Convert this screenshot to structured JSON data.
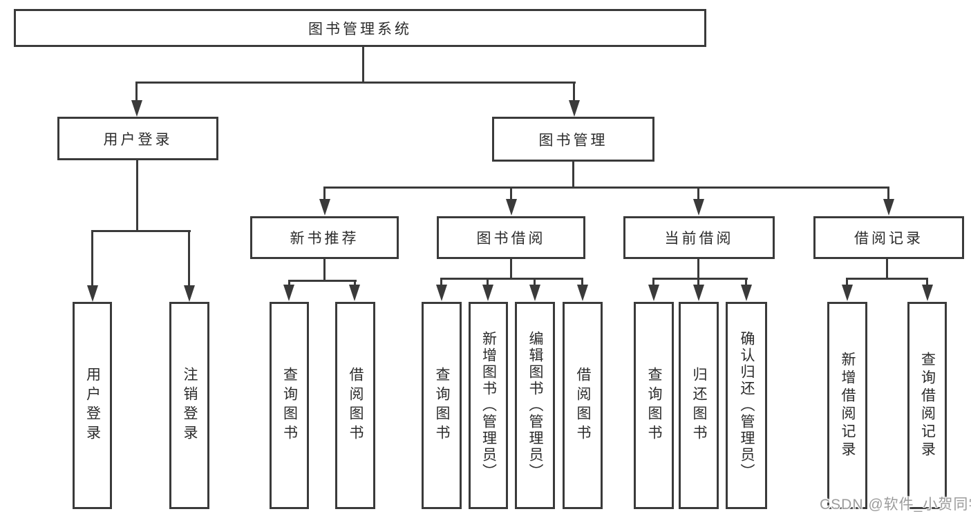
{
  "diagram_title": "图书管理系统",
  "nodes": {
    "root": "图书管理系统",
    "user_login": "用户登录",
    "book_mgmt": "图书管理",
    "new_book_rec": "新书推荐",
    "book_borrow": "图书借阅",
    "current_borrow": "当前借阅",
    "borrow_record": "借阅记录",
    "leaf_user_login": "用户登录",
    "leaf_logout": "注销登录",
    "leaf_rec_query_book": "查询图书",
    "leaf_rec_borrow_book": "借阅图书",
    "leaf_bb_query_book": "查询图书",
    "leaf_bb_add_book": "新增图书（管理员）",
    "leaf_bb_edit_book": "编辑图书（管理员）",
    "leaf_bb_borrow_book": "借阅图书",
    "leaf_cb_query_book": "查询图书",
    "leaf_cb_return_book": "归还图书",
    "leaf_cb_confirm_return": "确认归还（管理员）",
    "leaf_br_add_record": "新增借阅记录",
    "leaf_br_query_record": "查询借阅记录"
  },
  "hierarchy": {
    "图书管理系统": {
      "用户登录": [
        "用户登录",
        "注销登录"
      ],
      "图书管理": {
        "新书推荐": [
          "查询图书",
          "借阅图书"
        ],
        "图书借阅": [
          "查询图书",
          "新增图书（管理员）",
          "编辑图书（管理员）",
          "借阅图书"
        ],
        "当前借阅": [
          "查询图书",
          "归还图书",
          "确认归还（管理员）"
        ],
        "借阅记录": [
          "新增借阅记录",
          "查询借阅记录"
        ]
      }
    }
  },
  "watermark": "CSDN @软件_小贺同学",
  "colors": {
    "line": "#3a3a3a",
    "text": "#2b2b2b",
    "background": "#ffffff",
    "watermark_text": "#9b9b9b"
  }
}
